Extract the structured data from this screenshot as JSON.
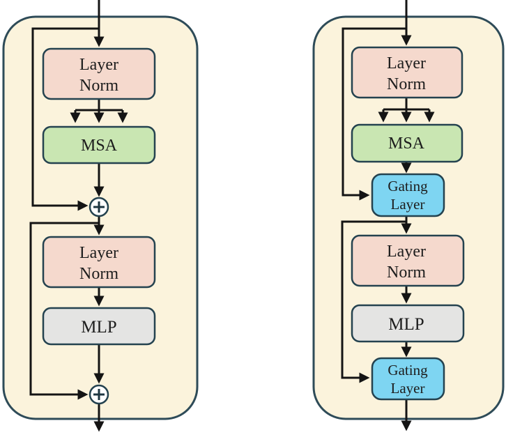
{
  "panels": {
    "left": {
      "layer_norm_1": {
        "line1": "Layer",
        "line2": "Norm"
      },
      "msa": {
        "label": "MSA"
      },
      "add_1": {
        "symbol": "+"
      },
      "layer_norm_2": {
        "line1": "Layer",
        "line2": "Norm"
      },
      "mlp": {
        "label": "MLP"
      },
      "add_2": {
        "symbol": "+"
      }
    },
    "right": {
      "layer_norm_1": {
        "line1": "Layer",
        "line2": "Norm"
      },
      "msa": {
        "label": "MSA"
      },
      "gating_1": {
        "line1": "Gating",
        "line2": "Layer"
      },
      "layer_norm_2": {
        "line1": "Layer",
        "line2": "Norm"
      },
      "mlp": {
        "label": "MLP"
      },
      "gating_2": {
        "line1": "Gating",
        "line2": "Layer"
      }
    }
  },
  "icons": {
    "residual_add": "circled-plus-icon",
    "arrow": "arrowhead-icon"
  },
  "colors": {
    "background": "#ffffff",
    "panel_fill": "#fbf3dc",
    "panel_border": "#2e4b58",
    "box_border": "#24424f",
    "layer_norm_fill": "#f5d9cd",
    "msa_fill": "#c9e6b2",
    "mlp_fill": "#e4e4e3",
    "gating_fill": "#7ed5f2",
    "add_fill": "#ffffff",
    "wire": "#141414",
    "text": "#1d1d1d"
  }
}
